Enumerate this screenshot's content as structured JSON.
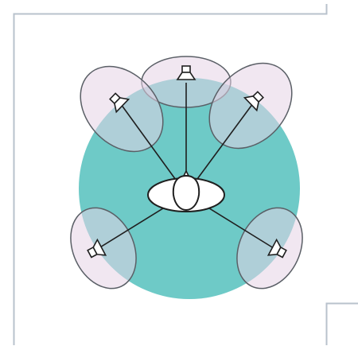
{
  "diagram": {
    "colors": {
      "frame": "#b8c2cc",
      "listening_area": "#6ecac7",
      "speaker_zone_fill": "#e6d4e6",
      "outline": "#5a5f66",
      "line": "#1f1f1f",
      "white": "#ffffff"
    },
    "speakers": [
      {
        "id": "center",
        "icon": "speaker-icon"
      },
      {
        "id": "front-left",
        "icon": "speaker-icon"
      },
      {
        "id": "front-right",
        "icon": "speaker-icon"
      },
      {
        "id": "surround-left",
        "icon": "speaker-icon"
      },
      {
        "id": "surround-right",
        "icon": "speaker-icon"
      }
    ],
    "listener_icon": "listener-icon"
  }
}
